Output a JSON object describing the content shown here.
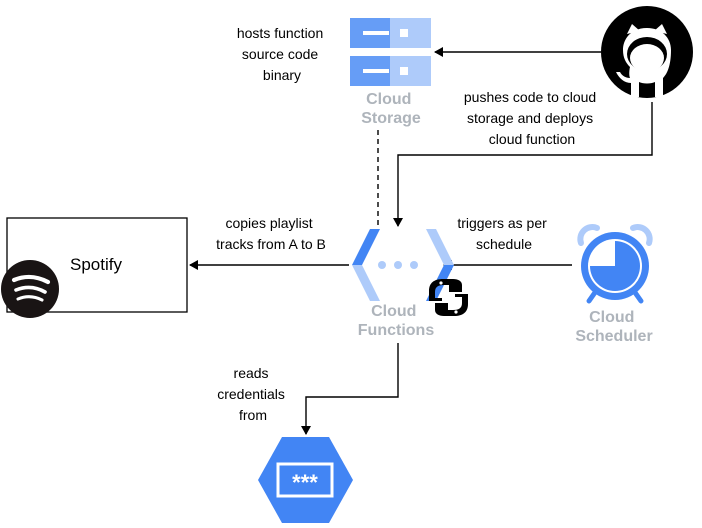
{
  "nodes": {
    "cloud_storage": {
      "line1": "Cloud",
      "line2": "Storage"
    },
    "github": {
      "icon": "github-logo-icon"
    },
    "cloud_functions": {
      "line1": "Cloud",
      "line2": "Functions"
    },
    "cloud_scheduler": {
      "line1": "Cloud",
      "line2": "Scheduler"
    },
    "spotify": {
      "label": "Spotify",
      "icon": "spotify-logo-icon"
    },
    "secret_manager": {
      "icon": "secret-manager-icon",
      "mask": "***"
    },
    "python": {
      "icon": "python-logo-icon"
    }
  },
  "edges": {
    "hosts": [
      "hosts function",
      "source code",
      "binary"
    ],
    "pushes": [
      "pushes code to cloud",
      "storage and deploys",
      "cloud function"
    ],
    "copies": [
      "copies playlist",
      "tracks from A to B"
    ],
    "triggers": [
      "triggers as per",
      "schedule"
    ],
    "reads": [
      "reads",
      "credentials",
      "from"
    ]
  },
  "colors": {
    "gcp_blue": "#4285f4",
    "gcp_light_blue": "#aecbfa",
    "service_label": "#aeb4bb",
    "edge": "#000000"
  }
}
